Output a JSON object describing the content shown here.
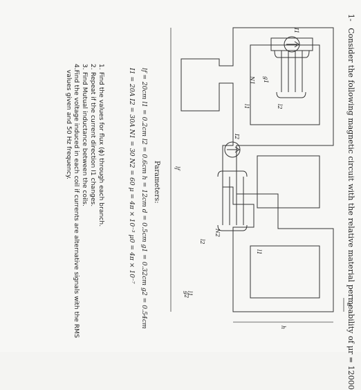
{
  "question": {
    "number": "1-",
    "text": "Consider the following magnetic circuit with the relative material permeability of μr = 12000"
  },
  "diagram": {
    "labels": {
      "I1": "I1",
      "I2": "I2",
      "l1_a": "l1",
      "l1_b": "l1",
      "l1_c": "l1",
      "l2_a": "l2",
      "l2_b": "l2",
      "lf": "lf",
      "g1": "g1",
      "g2": "g2",
      "N1": "N1",
      "N2": "N2",
      "h": "h",
      "d": "d"
    }
  },
  "parameters": {
    "heading": "Parameters:",
    "row1": "lf = 20cm   l1 = 0.2cm   l2 = 0.6cm   h = 12cm   d = 0.5cm   g1 = 0.32cm   g2 = 0.54cm",
    "row2": "I1 = 20A   I2 = 30A   N1 = 30   N2 = 60   μ = 4π × 10⁻³   μ0 = 4π × 10⁻⁷"
  },
  "questions": [
    {
      "num": "1.",
      "text": "Find the values for flux (ϕ) through each branch."
    },
    {
      "num": "2.",
      "text": "Repeat if the current direction I1 changes."
    },
    {
      "num": "3.",
      "text": "Find Mutual inductance between the coils."
    },
    {
      "num": "4.",
      "text": "Find the voltage induced in each coil if currents are alternative signals with the RMS values given and 50 Hz frequency."
    }
  ]
}
